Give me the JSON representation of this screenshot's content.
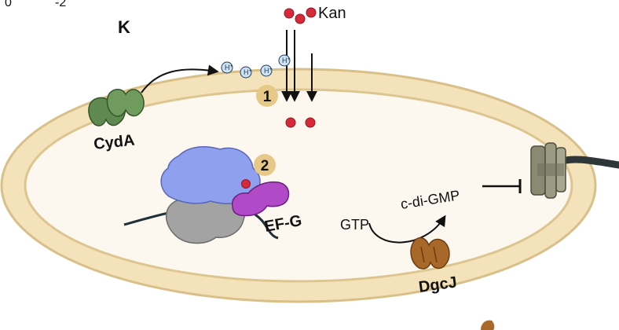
{
  "stray_text": {
    "left_number": "0",
    "right_number": "-2"
  },
  "panel_letter": "K",
  "labels": {
    "kan": "Kan",
    "cyda": "CydA",
    "efg": "EF-G",
    "gtp": "GTP",
    "cdigmp": "c-di-GMP",
    "dgcj": "DgcJ"
  },
  "steps": [
    {
      "number": "1"
    },
    {
      "number": "2"
    }
  ],
  "protons": [
    {
      "symbol": "H",
      "charge": "+"
    },
    {
      "symbol": "H",
      "charge": "+"
    },
    {
      "symbol": "H",
      "charge": "+"
    },
    {
      "symbol": "H",
      "charge": "+"
    }
  ],
  "colors": {
    "membrane_fill": "#f4e2bb",
    "membrane_stroke": "#d9bf88",
    "cytoplasm": "#fdf8ef",
    "kan_molecule": "#d62a3a",
    "step_badge": "#e6c888",
    "cyda": "#5e8a4f",
    "ribosome_large": "#8fa1ee",
    "ribosome_small": "#a3a3a3",
    "efg": "#b04ac7",
    "dgcj": "#a8682a",
    "flagellar_motor": "#8a8a72",
    "proton": "#cfe2f2"
  }
}
